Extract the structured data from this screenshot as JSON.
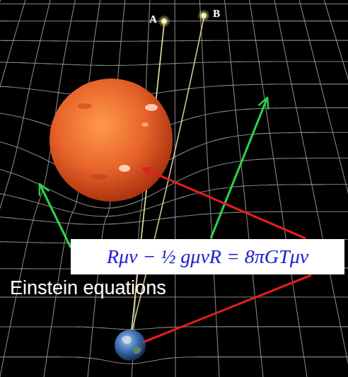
{
  "diagram": {
    "nodes": [
      {
        "text": [
          "Rμν − ½ gμνR = 8πGTμν"
        ]
      }
    ],
    "labels": [
      "A",
      "B",
      "Einstein equations"
    ]
  }
}
